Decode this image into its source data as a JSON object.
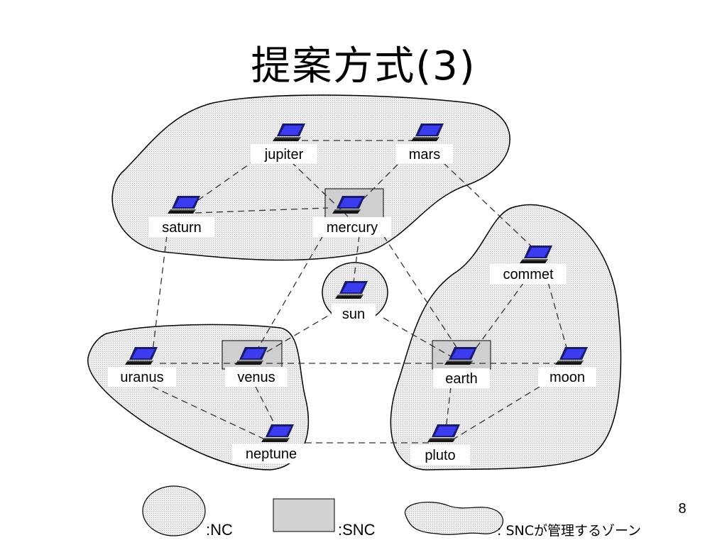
{
  "slide": {
    "title": "提案方式(3)",
    "page_number": "8"
  },
  "nodes": {
    "jupiter": "jupiter",
    "mars": "mars",
    "saturn": "saturn",
    "mercury": "mercury",
    "commet": "commet",
    "sun": "sun",
    "uranus": "uranus",
    "venus": "venus",
    "earth": "earth",
    "moon": "moon",
    "neptune": "neptune",
    "pluto": "pluto"
  },
  "legend": {
    "nc": ":NC",
    "snc": ":SNC",
    "zone": ": SNCが管理するゾーン"
  },
  "colors": {
    "zone_fill": "#e6e6e6",
    "snc_box": "#cfcfcf",
    "laptop_screen": "#2b2bd6",
    "laptop_body": "#1b1b6e",
    "edge": "#333333"
  }
}
